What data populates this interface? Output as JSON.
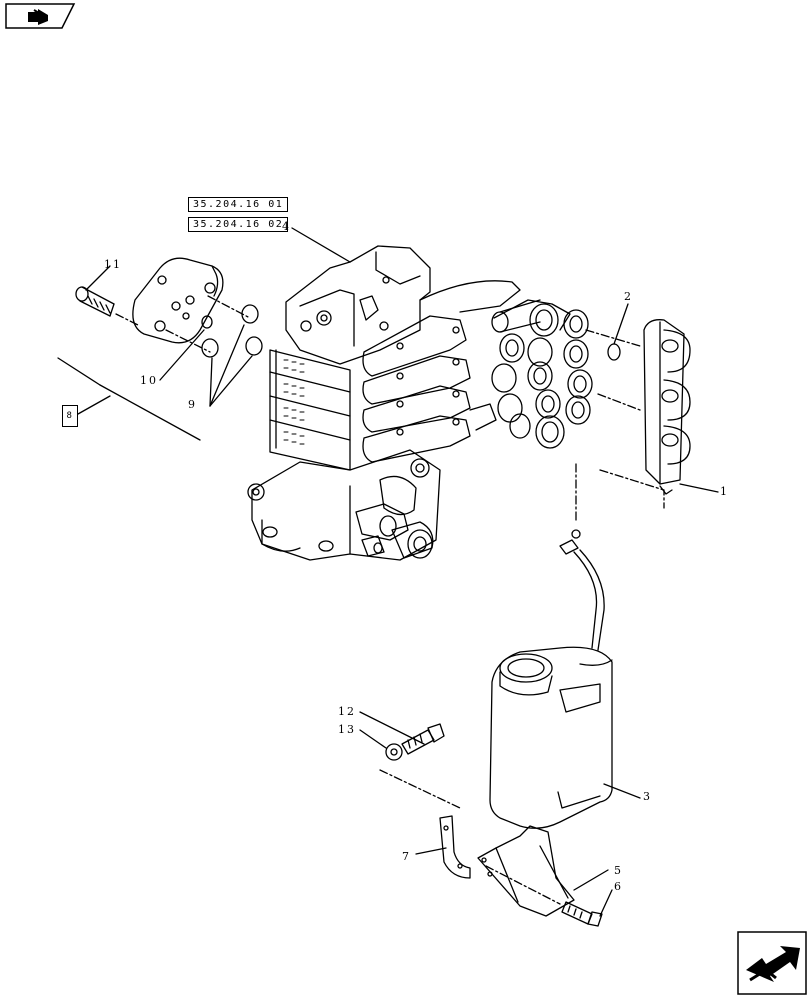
{
  "navigation": {
    "back_icon": "arrow-back-icon",
    "next_icon": "arrow-next-icon"
  },
  "references": [
    "35.204.16 01",
    "35.204.16 02"
  ],
  "callouts": {
    "c1": "1",
    "c2": "2",
    "c3": "3",
    "c4": "4",
    "c5": "5",
    "c6": "6",
    "c7": "7",
    "c8": "8",
    "c9": "9",
    "c10": "10",
    "c11": "11",
    "c12": "12",
    "c13": "13"
  }
}
